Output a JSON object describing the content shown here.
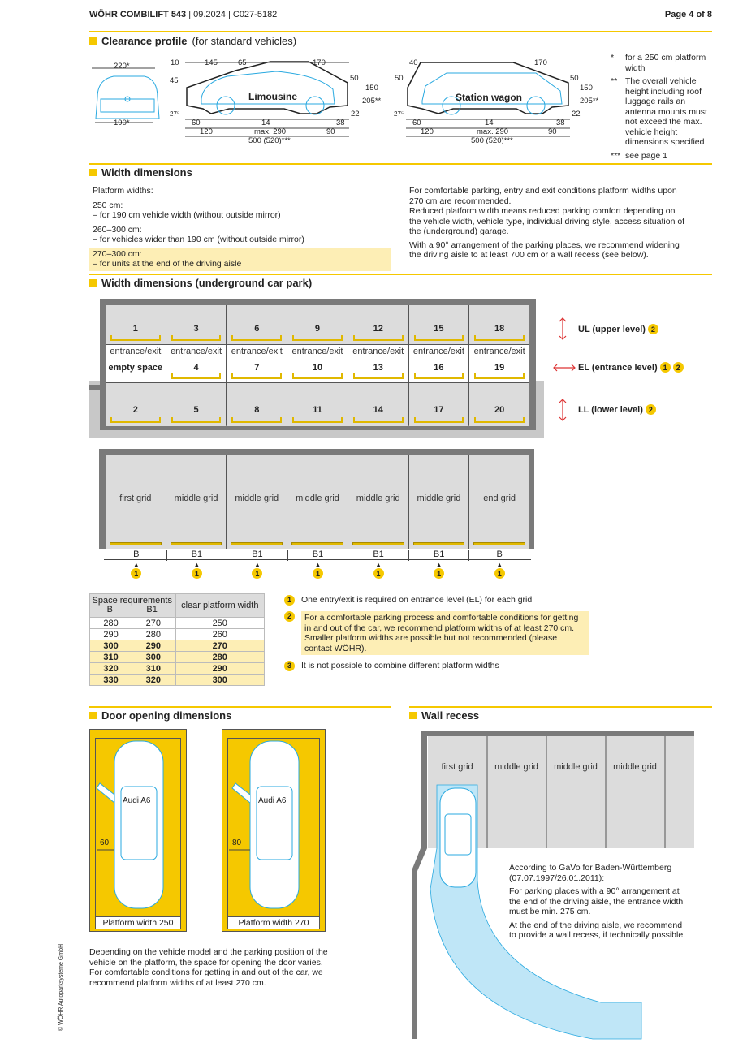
{
  "header": {
    "title": "WÖHR COMBILIFT 543",
    "meta": " | 09.2024 | C027-5182",
    "page": "Page 4 of 8"
  },
  "clearance": {
    "title": "Clearance profile",
    "subtitle": "(for standard vehicles)",
    "front": {
      "top": "220*",
      "bottom": "190*"
    },
    "limousine": {
      "label": "Limousine",
      "dims": [
        "10",
        "145",
        "65",
        "170",
        "45",
        "50",
        "150",
        "205**",
        "27⁵",
        "22",
        "60",
        "14",
        "38",
        "120",
        "max. 290",
        "90",
        "500 (520)***"
      ]
    },
    "wagon": {
      "label": "Station wagon",
      "dims": [
        "40",
        "170",
        "50",
        "50",
        "150",
        "205**",
        "27⁵",
        "22",
        "60",
        "14",
        "38",
        "120",
        "max. 290",
        "90",
        "500 (520)***"
      ]
    },
    "notes": [
      {
        "mark": "*",
        "text": "for a 250 cm platform width"
      },
      {
        "mark": "**",
        "text": "The overall vehicle height including roof luggage rails an antenna mounts must not exceed the max. vehicle height dimensions specified"
      },
      {
        "mark": "***",
        "text": "see page 1"
      }
    ]
  },
  "width": {
    "title": "Width dimensions",
    "left": [
      "Platform widths:",
      "250 cm:",
      "– for 190 cm vehicle width (without outside mirror)",
      "260–300 cm:",
      "– for vehicles wider than 190 cm (without outside mirror)",
      "270–300 cm:",
      "– for units at the end of the driving aisle"
    ],
    "right": [
      "For comfortable parking, entry and exit conditions platform widths upon 270 cm are recommended.",
      "Reduced platform width means reduced parking comfort depending on the vehicle width, vehicle type, individual driving style, access situation of the (underground) garage.",
      "With a 90° arrangement of the parking places, we recommend widening the driving aisle to at least 700 cm or a wall recess (see below)."
    ]
  },
  "underground": {
    "title": "Width dimensions (underground car park)",
    "upper": [
      "1",
      "3",
      "6",
      "9",
      "12",
      "15",
      "18"
    ],
    "entrance": "entrance/exit",
    "empty": "empty space",
    "middle": [
      "4",
      "7",
      "10",
      "13",
      "16",
      "19"
    ],
    "lower": [
      "2",
      "5",
      "8",
      "11",
      "14",
      "17",
      "20"
    ],
    "levels": [
      {
        "label": "UL (upper level)",
        "marks": [
          "2"
        ]
      },
      {
        "label": "EL (entrance level)",
        "marks": [
          "1",
          "2"
        ]
      },
      {
        "label": "LL (lower level)",
        "marks": [
          "2"
        ]
      }
    ],
    "grids": [
      "first grid",
      "middle grid",
      "middle grid",
      "middle grid",
      "middle grid",
      "middle grid",
      "end grid"
    ],
    "grid_dims": [
      "B",
      "B1",
      "B1",
      "B1",
      "B1",
      "B1",
      "B"
    ],
    "grid_mark": "1"
  },
  "table": {
    "header1": "Space requirements",
    "col_b": "B",
    "col_b1": "B1",
    "header2": "clear platform width",
    "rows": [
      [
        "280",
        "270",
        "250"
      ],
      [
        "290",
        "280",
        "260"
      ],
      [
        "300",
        "290",
        "270"
      ],
      [
        "310",
        "300",
        "280"
      ],
      [
        "320",
        "310",
        "290"
      ],
      [
        "330",
        "320",
        "300"
      ]
    ]
  },
  "notes": [
    {
      "mark": "1",
      "text": "One entry/exit is required on entrance level (EL) for each grid"
    },
    {
      "mark": "2",
      "text": "For a comfortable parking process and comfortable conditions for getting in and out of the car, we recommend platform widths of at least 270 cm. Smaller platform widths are possible but not recommended (please contact WÖHR)."
    },
    {
      "mark": "3",
      "text": "It is not possible to combine different platform widths"
    }
  ],
  "door": {
    "title": "Door opening dimensions",
    "car": "Audi A6",
    "items": [
      {
        "dim": "60",
        "label": "Platform width 250"
      },
      {
        "dim": "80",
        "label": "Platform width 270"
      }
    ],
    "text": "Depending on the vehicle model and the parking position of the vehicle on the platform, the space for opening the door varies. For comfortable conditions for getting in and out of the car, we recommend platform widths of at least 270 cm."
  },
  "wall": {
    "title": "Wall recess",
    "grids": [
      "first grid",
      "middle grid",
      "middle grid",
      "middle grid"
    ],
    "text": [
      "According to GaVo for Baden-Württemberg (07.07.1997/26.01.2011):",
      "For parking places with a 90° arrangement at the end of the driving aisle, the entrance width must be min. 275 cm.",
      "At the end of the driving aisle, we recommend to provide a wall recess, if technically possible."
    ]
  },
  "copyright": "© WÖHR Autoparksysteme GmbH",
  "colors": {
    "accent": "#f5c800",
    "highlight": "#fdeeb5",
    "car": "#29a9e0",
    "wall": "#7a7a7a",
    "cell": "#dcdcdc"
  }
}
